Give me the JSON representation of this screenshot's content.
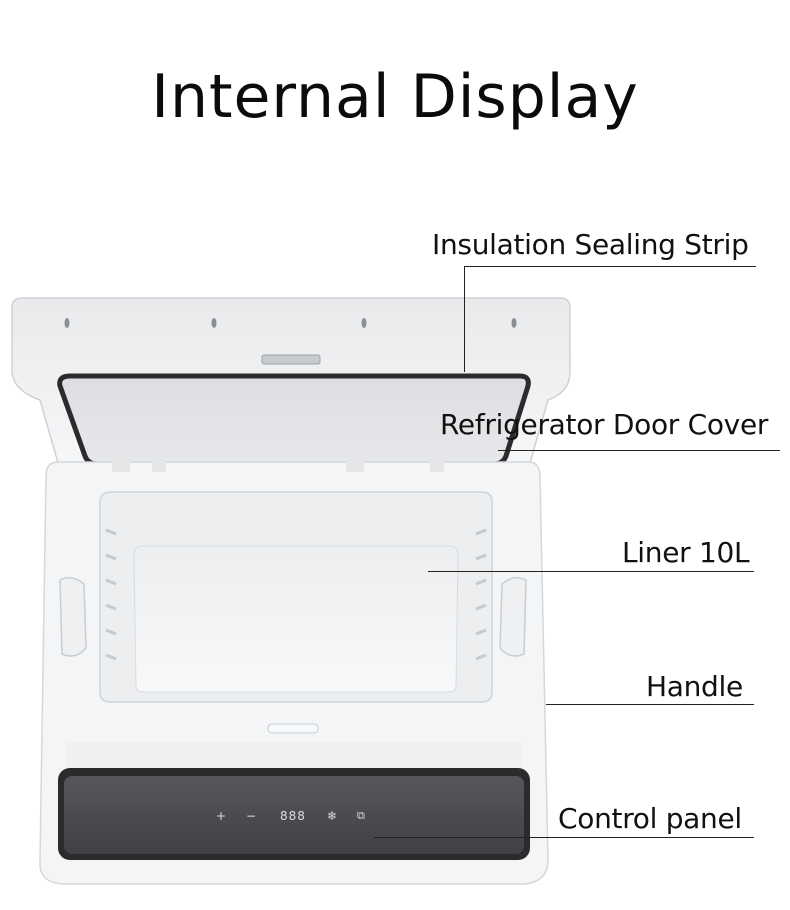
{
  "title": "Internal Display",
  "callouts": {
    "insulation_strip": "Insulation Sealing Strip",
    "door_cover": "Refrigerator Door Cover",
    "liner": "Liner 10L",
    "handle": "Handle",
    "control_panel": "Control panel"
  },
  "panel": {
    "plus": "+",
    "minus": "−",
    "display": "888",
    "snow_icon": "snowflake-icon",
    "mode_icon": "mode-icon"
  },
  "colors": {
    "body": "#f4f5f6",
    "lid_interior": "#e3e5e7",
    "seal": "#2b2b2d",
    "panel": "#4a4c4f",
    "panel_frame": "#2a2b2d"
  }
}
